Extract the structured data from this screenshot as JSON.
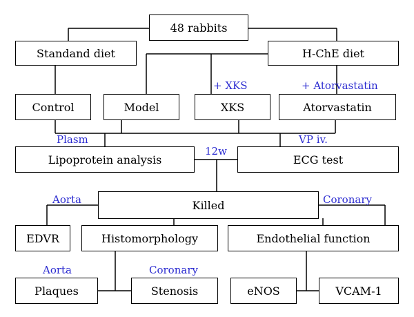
{
  "nodes": {
    "rabbits": "48 rabbits",
    "standard_diet": "Standand diet",
    "hche_diet": "H-ChE diet",
    "control": "Control",
    "model": "Model",
    "xks": "XKS",
    "atorvastatin": "Atorvastatin",
    "lipoprotein": "Lipoprotein analysis",
    "ecg": "ECG test",
    "killed": "Killed",
    "edvr": "EDVR",
    "histomorphology": "Histomorphology",
    "endothelial": "Endothelial function",
    "plaques": "Plaques",
    "stenosis": "Stenosis",
    "enos": "eNOS",
    "vcam": "VCAM-1"
  },
  "labels": {
    "plus_xks": "+ XKS",
    "plus_atorvastatin": "+ Atorvastatin",
    "plasm": "Plasm",
    "vp_iv": "VP iv.",
    "twelve_w": "12w",
    "aorta_top": "Aorta",
    "coronary_top": "Coronary",
    "aorta_bottom": "Aorta",
    "coronary_bottom": "Coronary"
  },
  "colors": {
    "label_text": "#2a2ad0",
    "line": "#000000"
  }
}
